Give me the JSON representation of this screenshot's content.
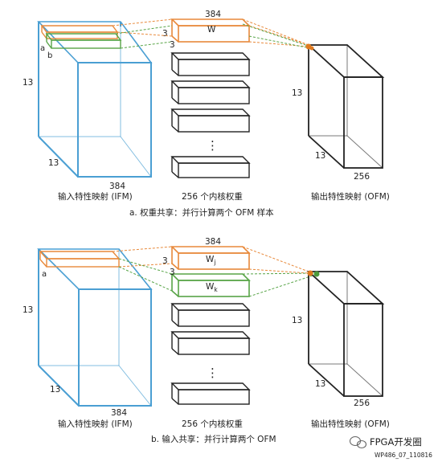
{
  "colors": {
    "ifm": "#4a9fd3",
    "weight_orange": "#e8893a",
    "weight_green": "#58a447",
    "outline": "#222222",
    "dot_orange": "#e07a1f",
    "dot_green": "#4b9a3a"
  },
  "panel_a": {
    "ifm_dims": {
      "height": "13",
      "depth": "13",
      "width": "384"
    },
    "ifm_marks": {
      "a": "a",
      "b": "b"
    },
    "kernel_dims": {
      "top": "384",
      "side1": "3",
      "side2": "3"
    },
    "kernel_label": "W",
    "ellipsis": "⋮",
    "ofm_dims": {
      "height": "13",
      "depth": "13",
      "width": "256"
    },
    "captions": {
      "ifm": "输入特性映射 (IFM)",
      "kernels": "256 个内核权重",
      "ofm": "输出特性映射 (OFM)"
    },
    "title": "a. 权重共享：并行计算两个 OFM 样本"
  },
  "panel_b": {
    "ifm_dims": {
      "height": "13",
      "depth": "13",
      "width": "384"
    },
    "ifm_marks": {
      "a": "a"
    },
    "kernel_dims": {
      "top": "384",
      "side1": "3",
      "side2": "3"
    },
    "kernel_label_1": "W",
    "kernel_label_1_sub": "j",
    "kernel_label_2": "W",
    "kernel_label_2_sub": "k",
    "ellipsis": "⋮",
    "ofm_dims": {
      "height": "13",
      "depth": "13",
      "width": "256"
    },
    "captions": {
      "ifm": "输入特性映射 (IFM)",
      "kernels": "256 个内核权重",
      "ofm": "输出特性映射 (OFM)"
    },
    "title": "b. 输入共享：并行计算两个 OFM"
  },
  "footer": {
    "watermark": "FPGA开发圈",
    "code": "WP486_07_110816"
  }
}
